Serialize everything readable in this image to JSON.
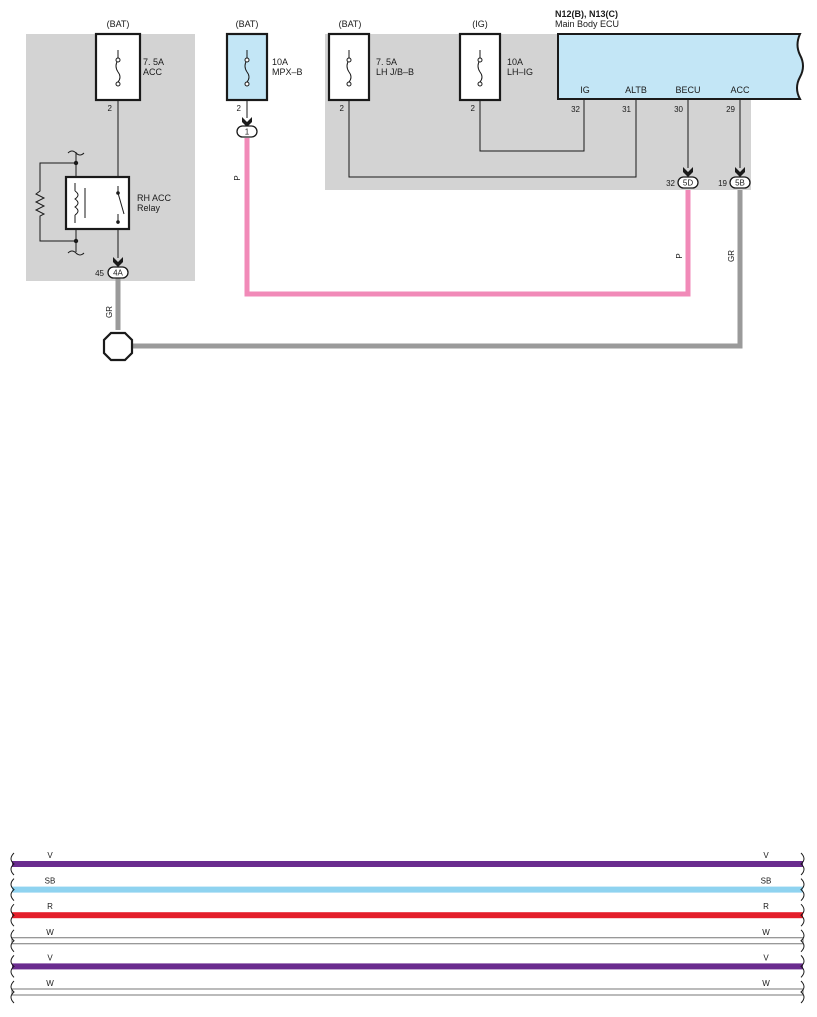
{
  "ecu": {
    "title": "N12(B), N13(C)",
    "subtitle": "Main Body ECU",
    "pins": [
      {
        "name": "IG",
        "num": "32"
      },
      {
        "name": "ALTB",
        "num": "31"
      },
      {
        "name": "BECU",
        "num": "30"
      },
      {
        "name": "ACC",
        "num": "29"
      }
    ]
  },
  "fuses": [
    {
      "source": "(BAT)",
      "rating": "7. 5A",
      "name": "ACC",
      "pin": "2"
    },
    {
      "source": "(BAT)",
      "rating": "10A",
      "name": "MPX–B",
      "pin": "2"
    },
    {
      "source": "(BAT)",
      "rating": "7. 5A",
      "name": "LH J/B–B",
      "pin": "2"
    },
    {
      "source": "(IG)",
      "rating": "10A",
      "name": "LH–IG",
      "pin": "2"
    }
  ],
  "relay": {
    "line1": "RH ACC",
    "line2": "Relay"
  },
  "connectors": [
    {
      "pin": "45",
      "code": "4A"
    },
    {
      "pin": "",
      "code": "1"
    },
    {
      "pin": "32",
      "code": "5D"
    },
    {
      "pin": "19",
      "code": "5B"
    }
  ],
  "wire_colors": {
    "GR": "#9a9a9a",
    "P": "#f18ab8"
  },
  "wire_labels": {
    "gr_left": "GR",
    "p_left": "P",
    "p_right": "P",
    "gr_right": "GR"
  },
  "bus_wires": [
    {
      "label": "V",
      "color": "#6a2c8f"
    },
    {
      "label": "SB",
      "color": "#8fd3f0"
    },
    {
      "label": "R",
      "color": "#e41f2b"
    },
    {
      "label": "W",
      "color": "#ffffff"
    },
    {
      "label": "V",
      "color": "#6a2c8f"
    },
    {
      "label": "W",
      "color": "#ffffff"
    }
  ]
}
